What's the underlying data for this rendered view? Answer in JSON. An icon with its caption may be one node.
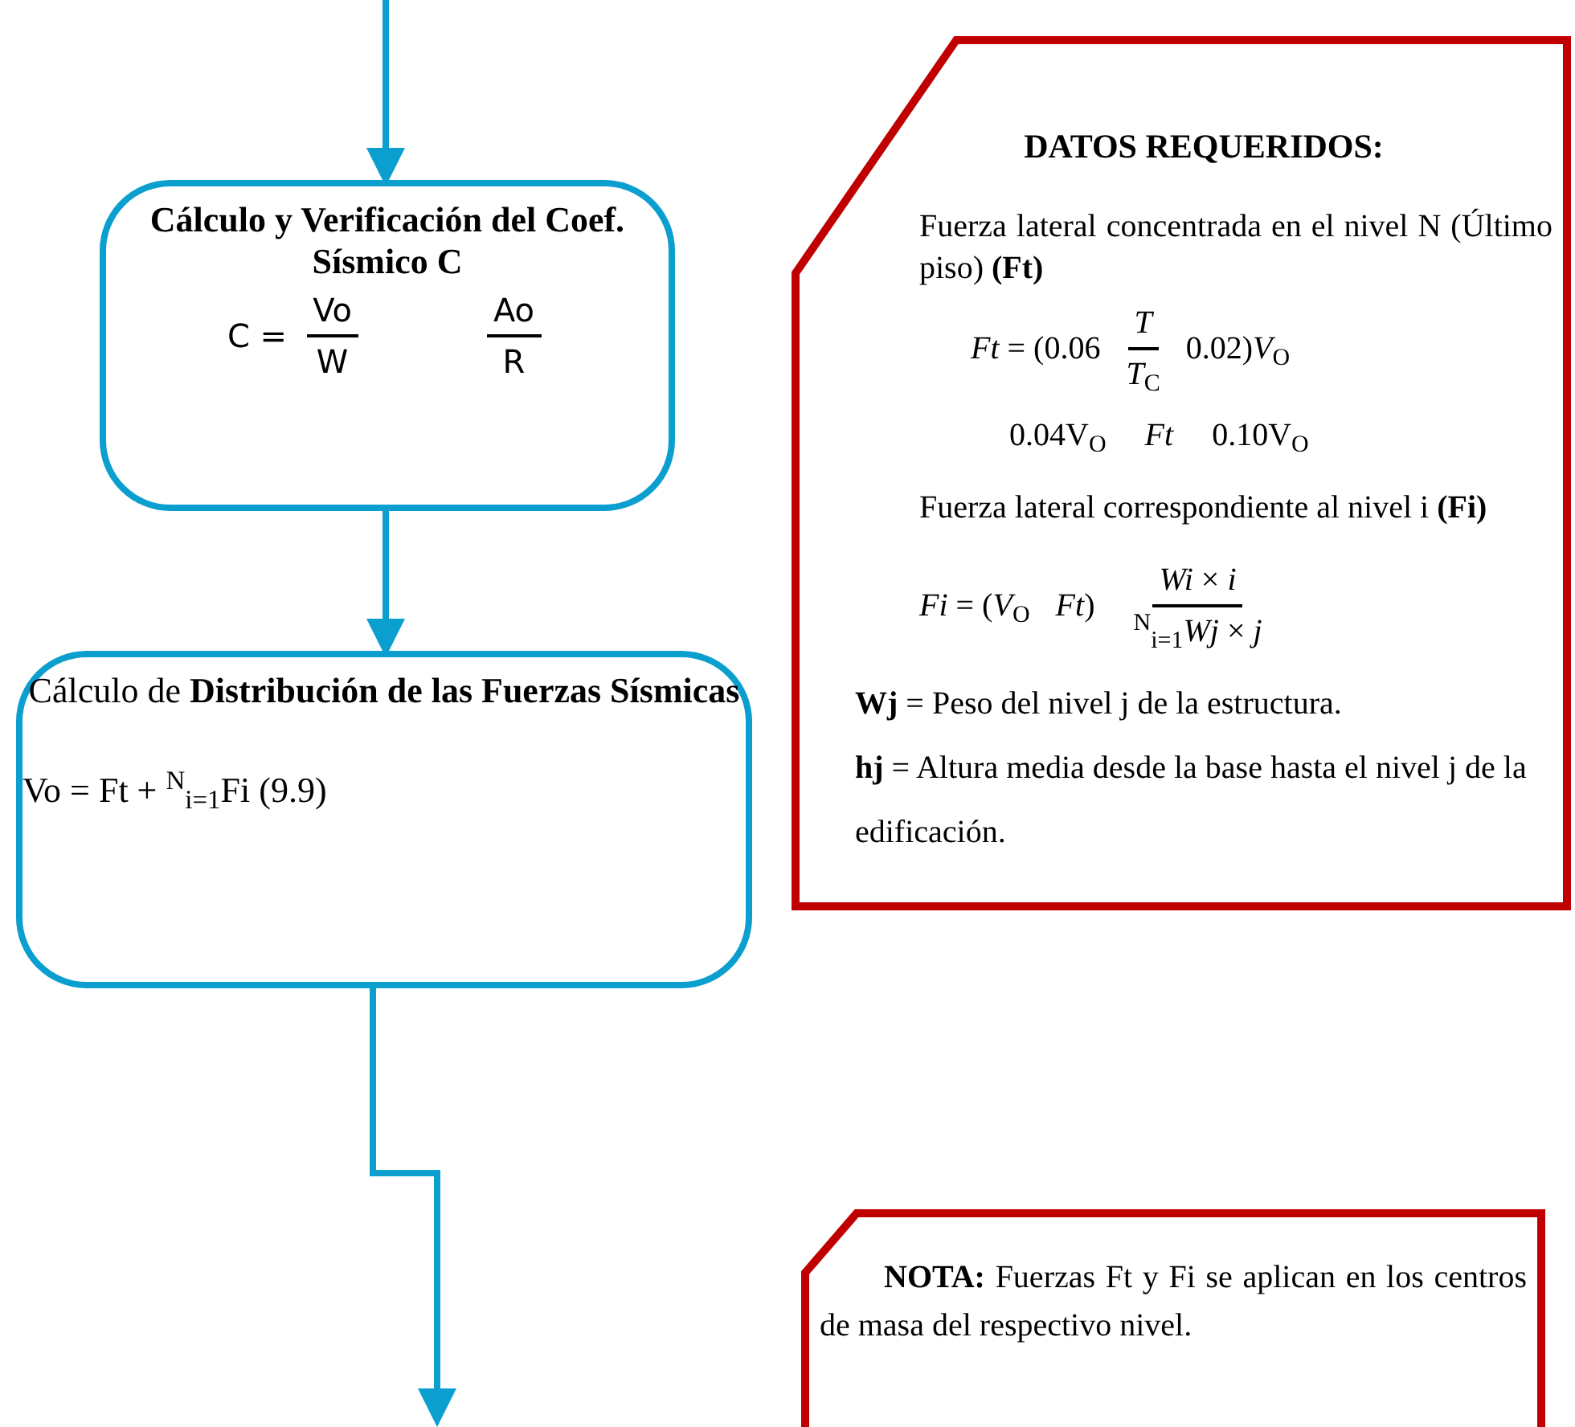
{
  "diagram": {
    "nodes": [
      {
        "text": [
          "Cálculo y Verificación del Coef. Sísmico C",
          "C =",
          "Vo",
          "W",
          "Ao",
          "R"
        ]
      },
      {
        "text": [
          "Cálculo de **Distribución de las Fuerzas Sísmicas**",
          "Vo = Ft + $^{N}$$_{i=1}$Fi (9.9)"
        ]
      },
      {
        "text": [
          "DATOS REQUERIDOS:",
          "Fuerza lateral concentrada en el nivel N (Último piso) **(Ft)**",
          "*Ft* = (0.06",
          "*T*",
          "*T*$_{C}$",
          "0.02)*V*$_{O}$",
          "0.04V$_{O}$",
          "*Ft*",
          "0.10V$_{O}$",
          "Fuerza lateral correspondiente al nivel i **(Fi)**",
          "*Fi* = (*V*$_{O}$",
          "*Ft*)",
          "*Wi* × *i*",
          "$^{N}$$_{i=1}$*Wj* × *j*",
          "**Wj** = Peso del nivel j de la estructura.",
          "**hj** = Altura media desde la base hasta el nivel j de la edificación."
        ]
      },
      {
        "text": [
          "**NOTA:** Fuerzas Ft y Fi se aplican en los centros de masa del respectivo nivel."
        ]
      }
    ],
    "edges": [
      {
        "from": null,
        "to": 0,
        "arrow": "to"
      },
      {
        "from": 0,
        "to": 1,
        "arrow": "to"
      },
      {
        "from": 1,
        "to": null,
        "arrow": "to"
      }
    ]
  }
}
